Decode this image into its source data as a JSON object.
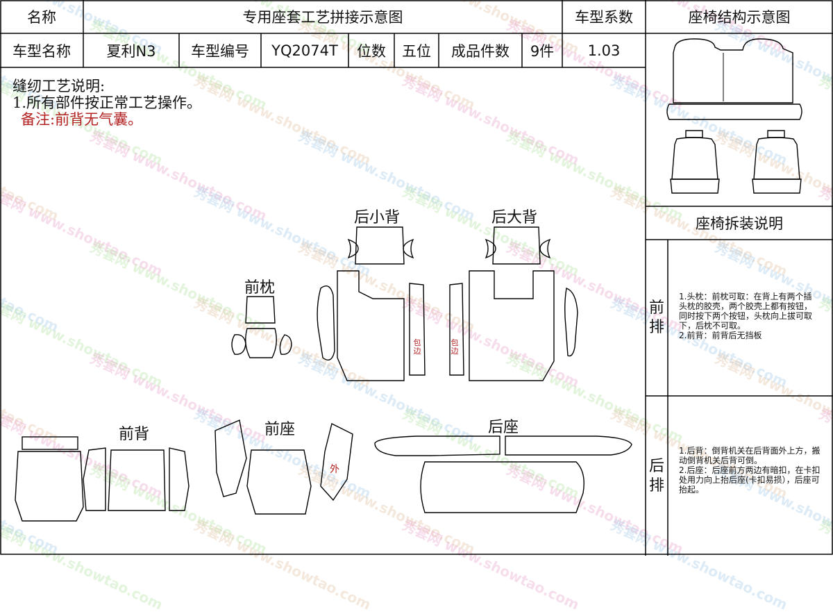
{
  "header": {
    "name_label": "名称",
    "title": "专用座套工艺拼接示意图",
    "coef_label": "车型系数",
    "seat_struct_title": "座椅结构示意图"
  },
  "info": {
    "model_name_label": "车型名称",
    "model_name": "夏利N3",
    "model_code_label": "车型编号",
    "model_code": "YQ2074T",
    "seats_label": "位数",
    "seats": "五位",
    "pieces_label": "成品件数",
    "pieces": "9件",
    "coef": "1.03"
  },
  "notes": {
    "heading": "缝纫工艺说明:",
    "item1": "1.所有部件按正常工艺操作。",
    "remark": "备注:前背无气囊。"
  },
  "pieces_labels": {
    "rear_small_back": "后小背",
    "rear_big_back": "后大背",
    "front_pillow": "前枕",
    "front_back": "前背",
    "front_seat": "前座",
    "rear_seat": "后座",
    "wrap_edge": "包边",
    "outer": "外"
  },
  "disassembly": {
    "title": "座椅拆装说明",
    "front_label": "前排",
    "front_text": "1.头枕：前枕可取：在背上有两个插头枕的胶壳，两个胶壳上都有按钮，同时按下两个按钮，头枕向上拔可取下，后枕不可取。\n2.前背：前背后无挡板",
    "rear_label": "后排",
    "rear_text": "1.后背：倒背机关在后背面外上方，搬动倒背机关后背可倒。\n2.后座：后座前方两边有暗扣，在卡扣处用力向上抬后座(卡扣易损），后座可抬起。"
  },
  "watermark": {
    "cn": "秀套网",
    "url": "www.showtao.com",
    "colors": [
      "#e8a0c8",
      "#a0c8e8",
      "#b0e0a0",
      "#e0c0a0"
    ]
  }
}
